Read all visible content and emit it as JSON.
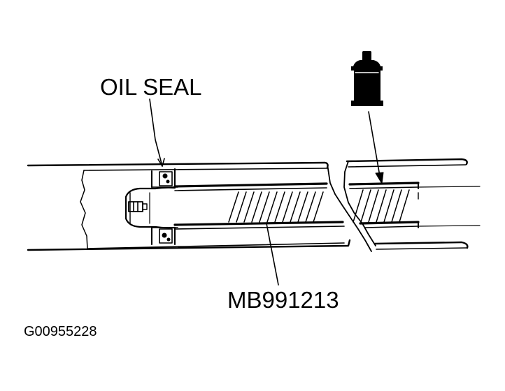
{
  "labels": {
    "oil_seal": "OIL SEAL",
    "tool_number": "MB991213",
    "figure_id": "G00955228"
  },
  "colors": {
    "ink": "#000000",
    "paper": "#ffffff"
  },
  "icons": {
    "oil_can": "oil-can-icon"
  }
}
